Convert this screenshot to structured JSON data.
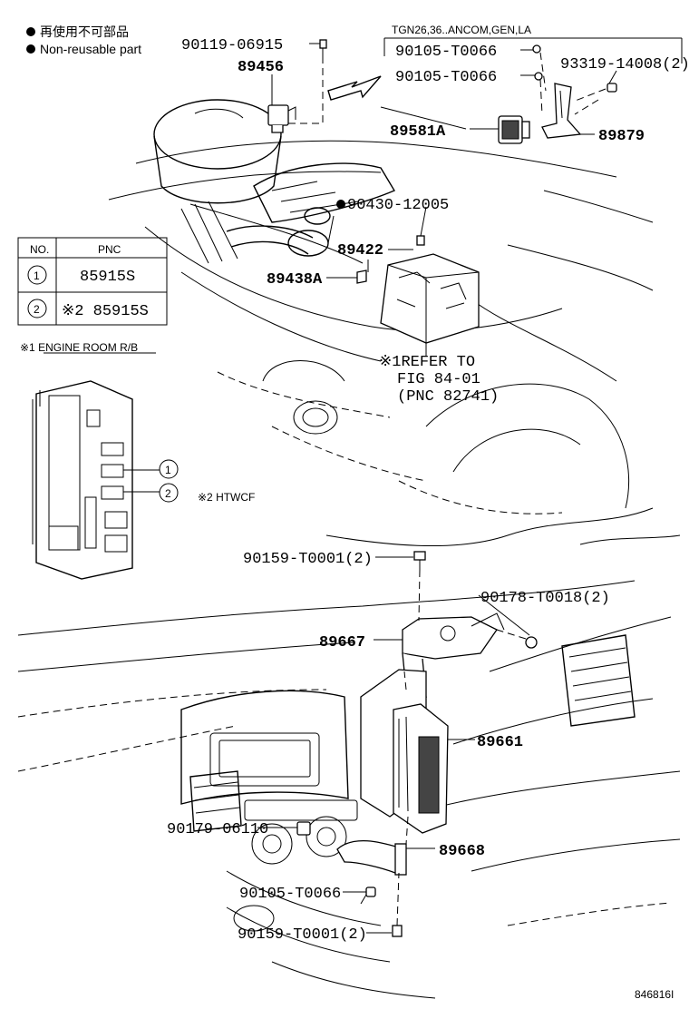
{
  "legend": {
    "jp": "再使用不可部品",
    "en": "Non-reusable part"
  },
  "model_note": "TGN26,36..ANCOM,GEN,LA",
  "parts": {
    "p1": "90119-06915",
    "p2": "89456",
    "p3": "90105-T0066",
    "p4": "90105-T0066",
    "p5": "93319-14008(2)",
    "p6": "89581A",
    "p7": "89879",
    "p8": "90430-12005",
    "p9": "89422",
    "p10": "89438A",
    "p11": "90159-T0001(2)",
    "p12": "90178-T0018(2)",
    "p13": "89667",
    "p14": "89661",
    "p15": "90179-06110",
    "p16": "89668",
    "p17": "90105-T0066",
    "p18": "90159-T0001(2)"
  },
  "refer": {
    "line1": "※1REFER TO",
    "line2": "FIG 84-01",
    "line3": "(PNC 82741)"
  },
  "table": {
    "col_no": "NO.",
    "col_pnc": "PNC",
    "rows": [
      {
        "no": "1",
        "pnc": "85915S"
      },
      {
        "no": "2",
        "pnc": "※2 85915S"
      }
    ]
  },
  "engine_room_note": "※1 ENGINE ROOM R/B",
  "htwcf_note": "※2 HTWCF",
  "callout_1": "1",
  "callout_2": "2",
  "drawing_number": "846816I"
}
